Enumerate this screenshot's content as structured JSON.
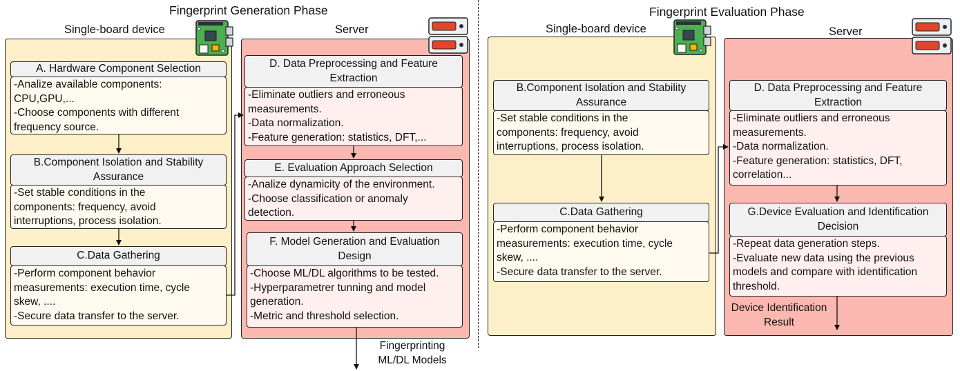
{
  "generation_phase": {
    "title": "Fingerprint Generation Phase",
    "device": {
      "label": "Single-board device",
      "steps": [
        {
          "title": [
            "A. Hardware Component Selection"
          ],
          "body": [
            "-Analize available components:",
            "CPU,GPU,...",
            "-Choose components with different",
            "frequency source."
          ]
        },
        {
          "title": [
            "B.Component Isolation and Stability",
            "Assurance"
          ],
          "body": [
            "-Set stable conditions in the",
            "components: frequency, avoid",
            "interruptions, process isolation."
          ]
        },
        {
          "title": [
            "C.Data Gathering"
          ],
          "body": [
            "-Perform component behavior",
            "measurements: execution time, cycle",
            "skew, ....",
            "-Secure data transfer to the server."
          ]
        }
      ]
    },
    "server": {
      "label": "Server",
      "steps": [
        {
          "title": [
            "D. Data Preprocessing and Feature",
            "Extraction"
          ],
          "body": [
            "-Eliminate outliers and erroneous",
            "measurements.",
            "-Data normalization.",
            "-Feature generation: statistics, DFT,..."
          ]
        },
        {
          "title": [
            "E. Evaluation Approach Selection"
          ],
          "body": [
            "-Analize dynamicity of the environment.",
            "-Choose classification or anomaly",
            "detection."
          ]
        },
        {
          "title": [
            "F. Model Generation and Evaluation",
            "Design"
          ],
          "body": [
            "-Choose ML/DL algorithms to be tested.",
            "-Hyperparametrer tunning and model",
            "generation.",
            "-Metric and threshold selection."
          ]
        }
      ],
      "output": [
        "Fingerprinting",
        "ML/DL Models"
      ]
    }
  },
  "evaluation_phase": {
    "title": "Fingerprint Evaluation Phase",
    "device": {
      "label": "Single-board device",
      "steps": [
        {
          "title": [
            "B.Component Isolation and Stability",
            "Assurance"
          ],
          "body": [
            "-Set stable conditions in the",
            "components: frequency, avoid",
            "interruptions, process isolation."
          ]
        },
        {
          "title": [
            "C.Data Gathering"
          ],
          "body": [
            "-Perform component behavior",
            "measurements: execution time, cycle",
            "skew, ....",
            "-Secure data transfer to the server."
          ]
        }
      ]
    },
    "server": {
      "label": "Server",
      "steps": [
        {
          "title": [
            "D. Data Preprocessing and Feature",
            "Extraction"
          ],
          "body": [
            "-Eliminate outliers and erroneous",
            "measurements.",
            "-Data normalization.",
            "-Feature generation: statistics, DFT,",
            "correlation..."
          ]
        },
        {
          "title": [
            "G.Device Evaluation and Identification",
            "Decision"
          ],
          "body": [
            "-Repeat data generation steps.",
            "-Evaluate new data using the previous",
            "models and compare with identification",
            "threshold."
          ]
        }
      ],
      "output": [
        "Device Identification",
        "Result"
      ]
    }
  },
  "icons": {
    "device": "single-board-computer-icon",
    "server": "server-rack-icon"
  },
  "colors": {
    "device_panel": "#fdf0c8",
    "server_panel": "#fbb8b0",
    "step_header": "#f1f1f1",
    "board_green": "#4caf50",
    "server_red": "#e2452a"
  }
}
